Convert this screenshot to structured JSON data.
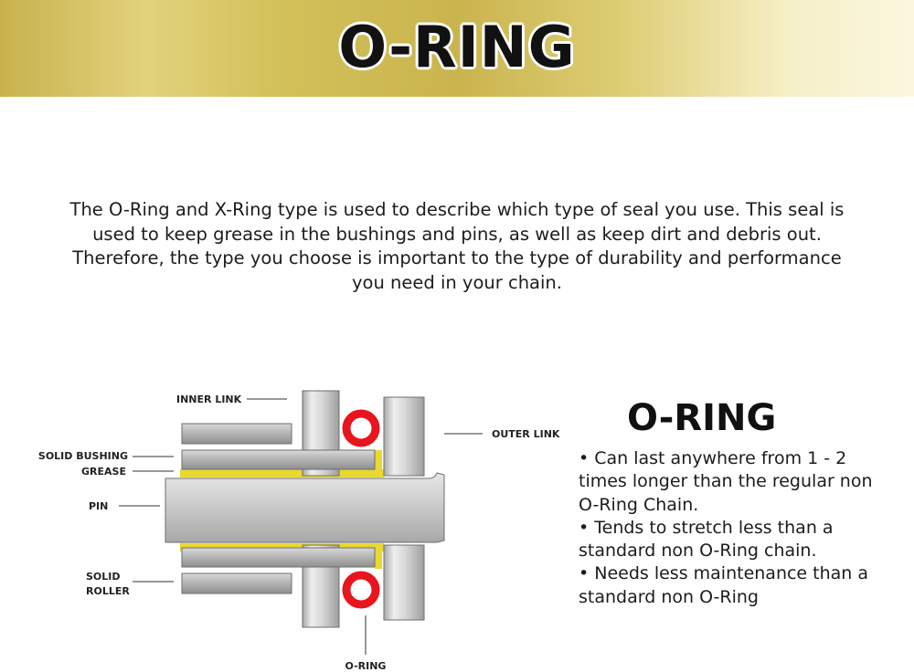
{
  "banner": {
    "title": "O-RING"
  },
  "intro": {
    "text": "The O-Ring and X-Ring type is used to describe which type of seal you use. This seal is used to keep grease in the bushings and pins, as well as keep dirt and debris out. Therefore, the type you choose is important to the type of durability and performance you need in your chain."
  },
  "diagram": {
    "labels": {
      "inner_link": "INNER LINK",
      "outer_link": "OUTER LINK",
      "solid_bushing": "SOLID BUSHING",
      "grease": "GREASE",
      "pin": "PIN",
      "solid_roller_line1": "SOLID",
      "solid_roller_line2": "ROLLER",
      "o_ring": "O-RING"
    },
    "colors": {
      "o_ring": "#e8141e",
      "grease": "#e8d830",
      "metal": "#c8c8c8"
    }
  },
  "features": {
    "heading": "O-RING",
    "bullets": [
      "• Can last anywhere from 1 - 2 times longer than the regular non O-Ring Chain.",
      "• Tends to stretch less than a standard non O-Ring chain.",
      "• Needs less maintenance than a standard non O-Ring"
    ]
  }
}
